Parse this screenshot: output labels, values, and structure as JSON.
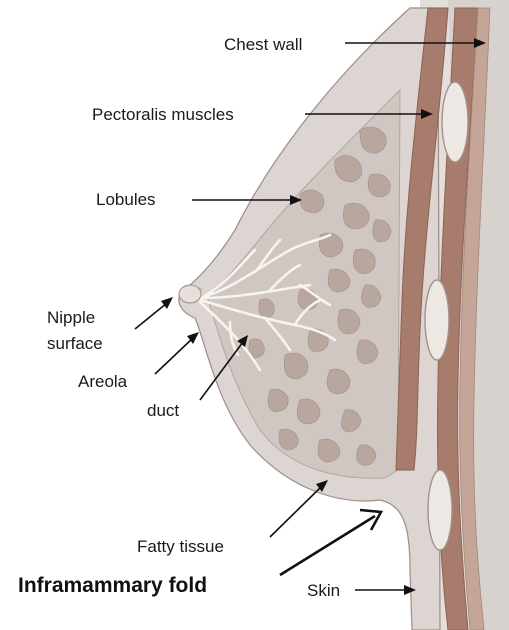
{
  "labels": {
    "chest_wall": "Chest wall",
    "pectoralis": "Pectoralis muscles",
    "lobules": "Lobules",
    "nipple_line1": "Nipple",
    "nipple_line2": "surface",
    "areola": "Areola",
    "duct": "duct",
    "fatty": "Fatty tissue",
    "inframammary": "Inframammary fold",
    "skin": "Skin"
  },
  "colors": {
    "background": "#ffffff",
    "outer_tissue": "#dcd5d2",
    "inner_tissue": "#d3cbc7",
    "muscle": "#a47a6c",
    "muscle_light": "#c5a69a",
    "lobule": "#b9a8a0",
    "duct": "#f5f0ec",
    "chest_bone": "#ece6e3",
    "chest_wall": "#cdc6c2"
  }
}
